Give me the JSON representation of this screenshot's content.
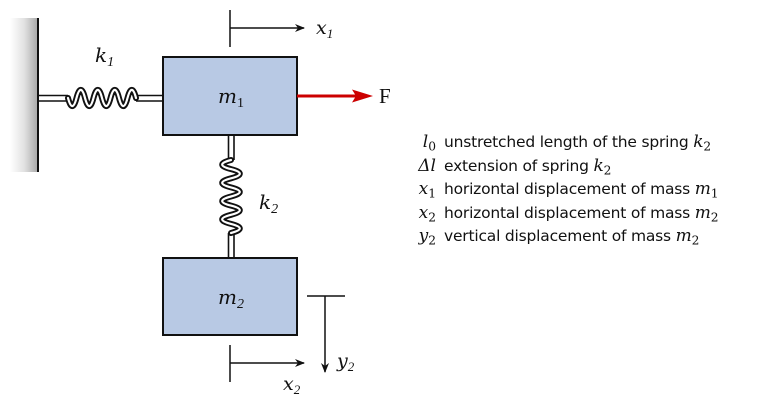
{
  "diagram": {
    "title": "Two-mass spring system",
    "colors": {
      "mass_fill": "#b8c9e4",
      "force_arrow": "#cc0000",
      "outline": "#111111"
    },
    "labels": {
      "k1": {
        "base": "k",
        "sub": "1"
      },
      "k2": {
        "base": "k",
        "sub": "2"
      },
      "m1": {
        "base": "m",
        "sub": "1"
      },
      "m2": {
        "base": "m",
        "sub": "2"
      },
      "x1": {
        "base": "x",
        "sub": "1"
      },
      "x2": {
        "base": "x",
        "sub": "2"
      },
      "y2": {
        "base": "y",
        "sub": "2"
      },
      "force": "F"
    }
  },
  "legend": {
    "items": [
      {
        "symbol": "l",
        "symbol_sub": "0",
        "text": "unstretched length of the spring ",
        "var": "k",
        "var_sub": "2"
      },
      {
        "symbol": "Δl",
        "symbol_sub": "",
        "text": "extension of spring ",
        "var": "k",
        "var_sub": "2"
      },
      {
        "symbol": "x",
        "symbol_sub": "1",
        "text": "horizontal displacement of mass ",
        "var": "m",
        "var_sub": "1"
      },
      {
        "symbol": "x",
        "symbol_sub": "2",
        "text": "horizontal displacement of mass ",
        "var": "m",
        "var_sub": "2"
      },
      {
        "symbol": "y",
        "symbol_sub": "2",
        "text": "vertical displacement of mass ",
        "var": "m",
        "var_sub": "2"
      }
    ]
  }
}
